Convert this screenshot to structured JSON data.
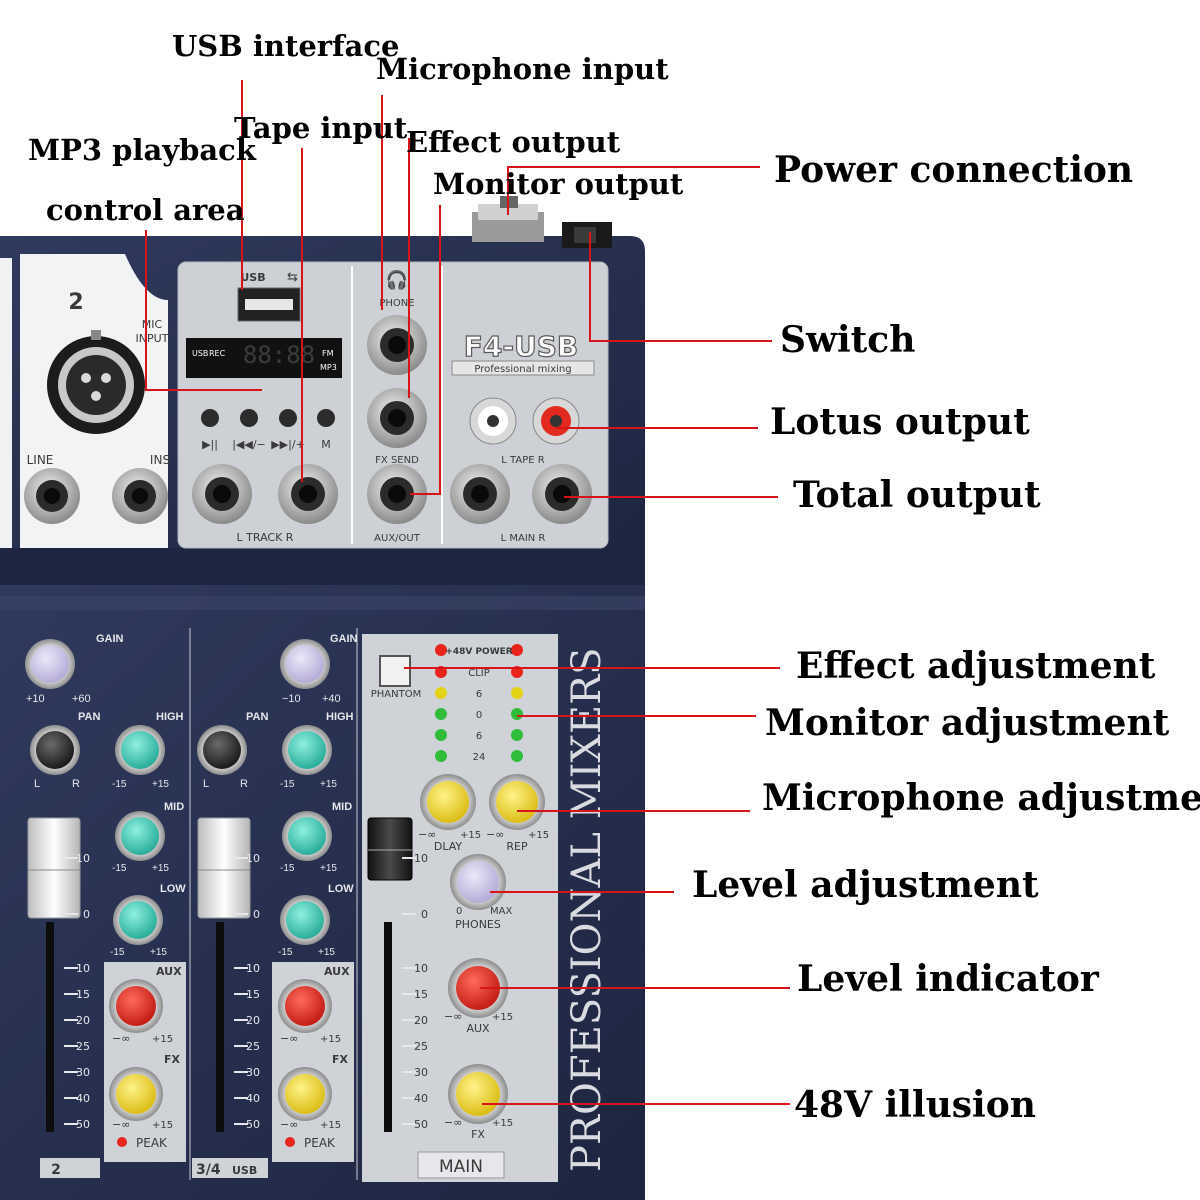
{
  "callouts": {
    "usb_interface": "USB interface",
    "microphone_input": "Microphone input",
    "tape_input": "Tape input",
    "mp3_playback_line1": "MP3 playback",
    "mp3_playback_line2": "control area",
    "effect_output": "Effect output",
    "monitor_output": "Monitor output",
    "power_connection": "Power connection",
    "switch": "Switch",
    "lotus_output": "Lotus output",
    "total_output": "Total output",
    "effect_adjustment": "Effect adjustment",
    "monitor_adjustment": "Monitor adjustment",
    "microphone_adjustment": "Microphone adjustment",
    "level_adjustment": "Level adjustment",
    "level_indicator": "Level indicator",
    "phantom_48v": "48V illusion"
  },
  "panel": {
    "channel_number": "2",
    "mic_input_line1": "MIC",
    "mic_input_line2": "INPUT",
    "line": "LINE",
    "ins": "INS",
    "usb": "USB",
    "display_digits": "88:88",
    "display_usb": "USB",
    "display_rec": "REC",
    "display_fm": "FM",
    "display_mp3": "MP3",
    "btn_play": "▶||",
    "btn_prev": "|◀◀/−",
    "btn_next": "▶▶|/+",
    "btn_mode": "M",
    "phone": "PHONE",
    "fx_send": "FX SEND",
    "aux_out": "AUX/OUT",
    "track": "L  TRACK  R",
    "model": "F4-USB",
    "model_sub": "Professional mixing",
    "tape": "L  TAPE  R",
    "main_out": "L  MAIN  R"
  },
  "channels": {
    "gain": "GAIN",
    "gain_min_ch2": "+10",
    "gain_max_ch2": "+60",
    "gain_min_ch34": "−10",
    "gain_max_ch34": "+40",
    "pan": "PAN",
    "pan_l": "L",
    "pan_r": "R",
    "high": "HIGH",
    "mid": "MID",
    "low": "LOW",
    "eq_min": "-15",
    "eq_max": "+15",
    "aux": "AUX",
    "fx": "FX",
    "send_min": "−∞",
    "send_max": "+15",
    "peak": "PEAK",
    "ch2_label": "2",
    "ch34_label": "3/4",
    "ch34_usb": "USB",
    "fader_scale": [
      "10",
      "0",
      "10",
      "15",
      "20",
      "25",
      "30",
      "40",
      "50"
    ]
  },
  "master": {
    "phantom": "PHANTOM",
    "led_power": "+48V POWER",
    "led_clip": "CLIP",
    "led_6a": "6",
    "led_0": "0",
    "led_6b": "6",
    "led_24": "24",
    "dlay": "DLAY",
    "rep": "REP",
    "phones": "PHONES",
    "phones_min": "0",
    "phones_max": "MAX",
    "aux": "AUX",
    "fx": "FX",
    "knob_min": "−∞",
    "knob_max": "+15",
    "main": "MAIN",
    "vertical_brand": "PROFESSIONAL MIXERS",
    "fader_scale": [
      "10",
      "0",
      "10",
      "15",
      "20",
      "25",
      "30",
      "40",
      "50"
    ]
  },
  "colors": {
    "chassis": "#27304f",
    "panel_grey": "#cfd2d6",
    "panel_white": "#f2f3f5",
    "knob_purple": "#c7bfe3",
    "knob_teal": "#3fc7b3",
    "knob_red": "#e32a1f",
    "knob_yellow": "#f0d41e",
    "knob_black": "#2a2a2a",
    "leader_red": "#d8141b",
    "led_red": "#e8241c",
    "led_yellow": "#e2d316",
    "led_green": "#2fbd3a"
  }
}
